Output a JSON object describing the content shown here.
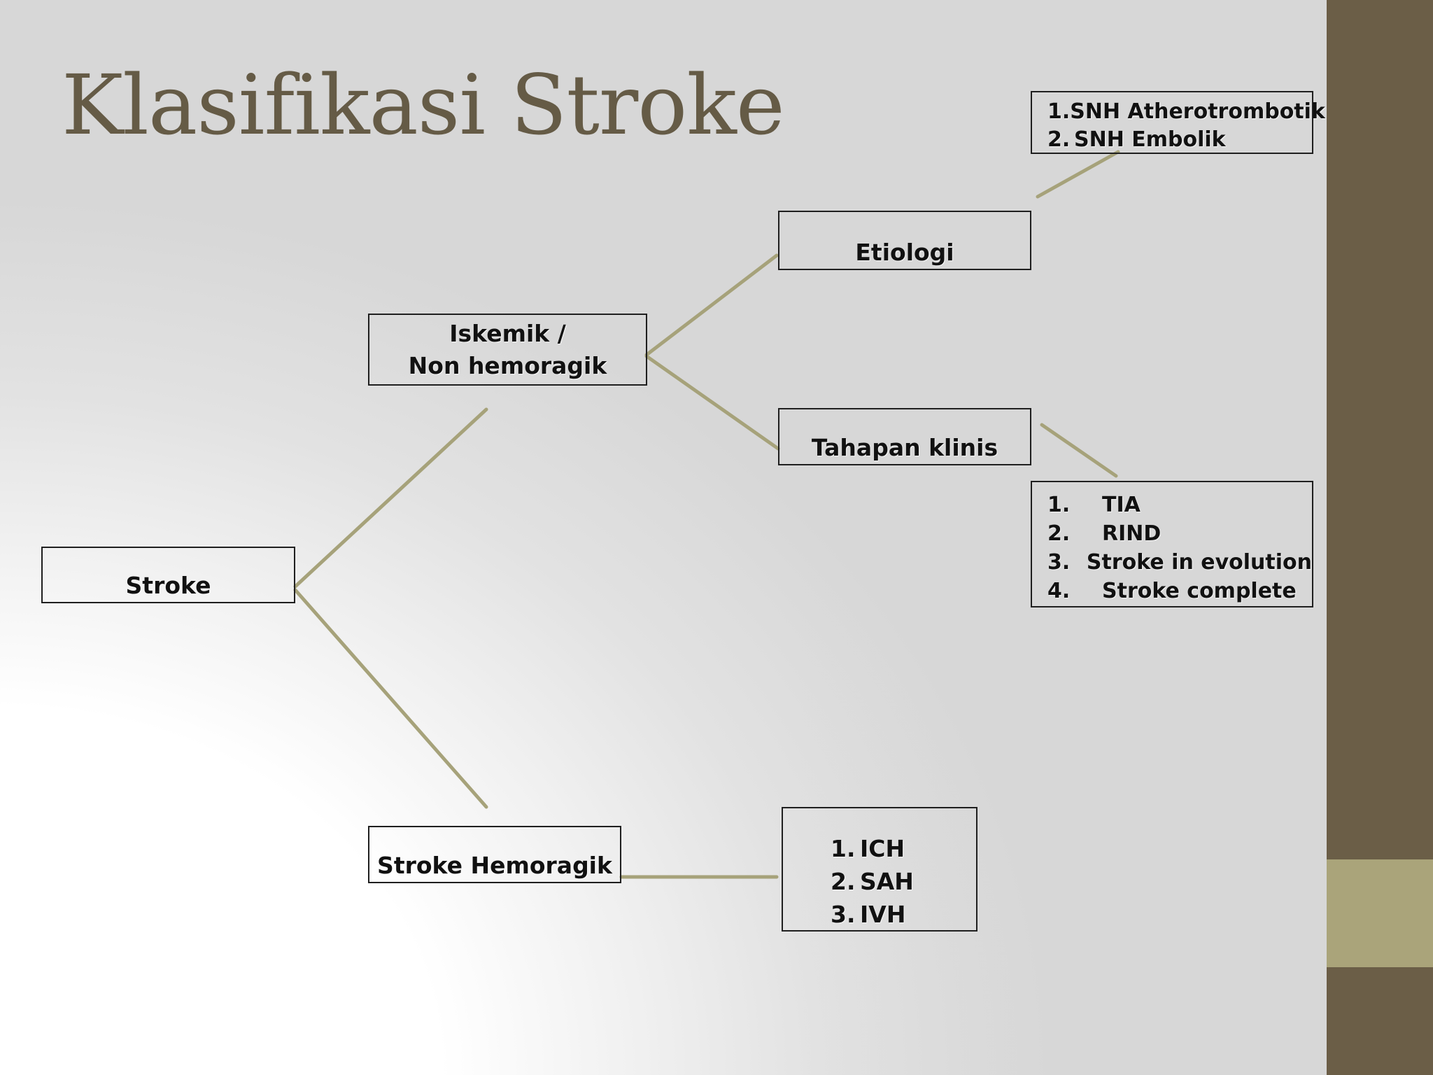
{
  "title": "Klasifikasi Stroke",
  "nodes": {
    "stroke": "Stroke",
    "iskemik_line1": "Iskemik /",
    "iskemik_line2": "Non hemoragik",
    "etiologi": "Etiologi",
    "tahapan_klinis": "Tahapan klinis",
    "stroke_hemoragik": "Stroke Hemoragik"
  },
  "etiologi_list": [
    {
      "num": "1.",
      "text": "SNH Atherotrombotik"
    },
    {
      "num": "2.",
      "text": "SNH Embolik"
    }
  ],
  "tahapan_list": [
    {
      "num": "1.",
      "text": "TIA"
    },
    {
      "num": "2.",
      "text": "RIND"
    },
    {
      "num": "3.",
      "text": "Stroke in evolution"
    },
    {
      "num": "4.",
      "text": "Stroke complete"
    }
  ],
  "hemoragik_list": [
    {
      "num": "1.",
      "text": "ICH"
    },
    {
      "num": "2.",
      "text": "SAH"
    },
    {
      "num": "3.",
      "text": "IVH"
    }
  ],
  "colors": {
    "title": "#655b46",
    "sidebar": "#6b5e47",
    "sidebar_accent": "#aaa47a",
    "connector": "#a6a27a",
    "box_border": "#1f1f1f"
  }
}
